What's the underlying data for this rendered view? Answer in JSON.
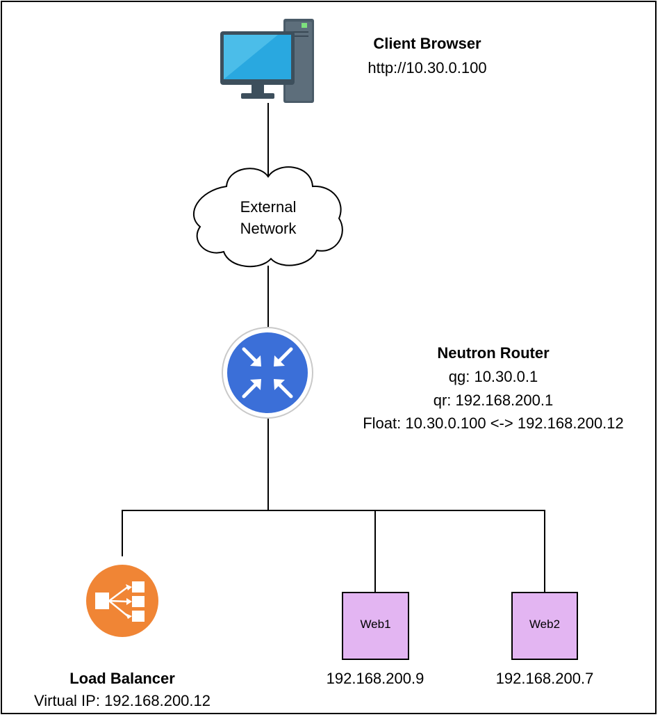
{
  "colors": {
    "line": "#000000",
    "monitor_screen": "#29a8e0",
    "monitor_frame": "#3d4f5c",
    "tower": "#4a5b68",
    "router_blue": "#3b6fd8",
    "load_balancer_orange": "#f08535",
    "server_box_fill": "#e3b5f2"
  },
  "client": {
    "icon": "desktop-computer-icon",
    "title": "Client Browser",
    "url": "http://10.30.0.100"
  },
  "external_network": {
    "icon": "cloud-icon",
    "line1": "External",
    "line2": "Network"
  },
  "router": {
    "icon": "router-icon",
    "title": "Neutron Router",
    "qg": "qg: 10.30.0.1",
    "qr": "qr: 192.168.200.1",
    "float": "Float: 10.30.0.100 <-> 192.168.200.12"
  },
  "load_balancer": {
    "icon": "load-balancer-icon",
    "title": "Load Balancer",
    "vip": "Virtual IP: 192.168.200.12"
  },
  "web1": {
    "label": "Web1",
    "ip": "192.168.200.9"
  },
  "web2": {
    "label": "Web2",
    "ip": "192.168.200.7"
  }
}
